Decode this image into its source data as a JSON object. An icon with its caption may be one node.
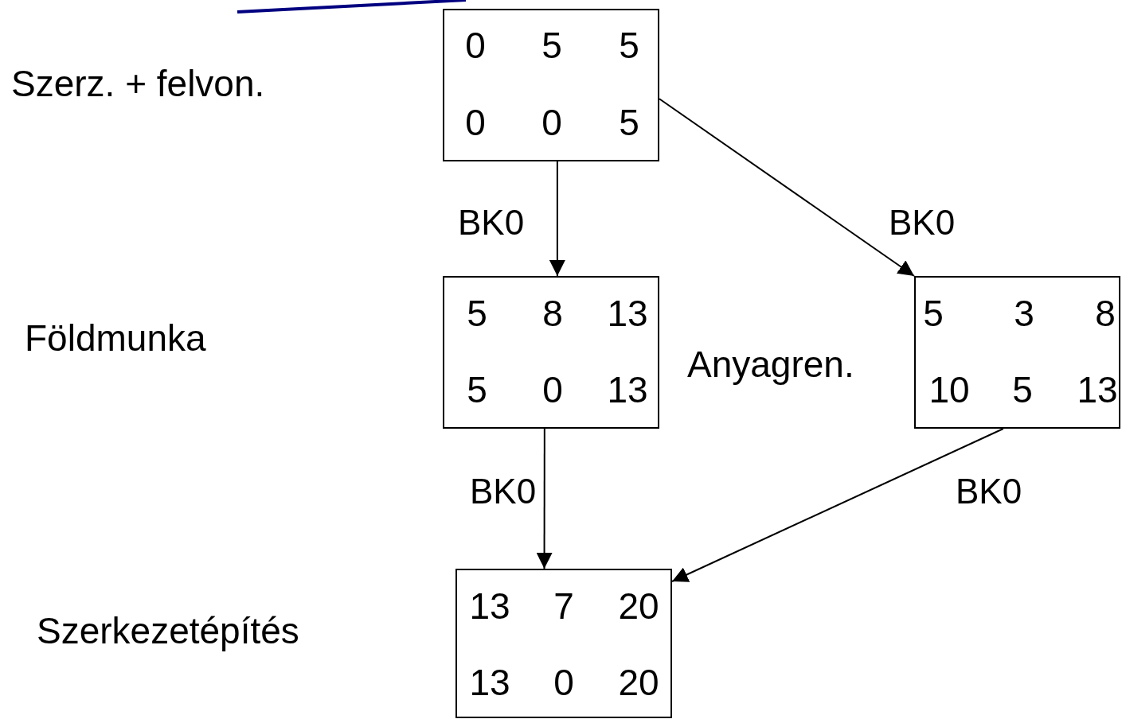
{
  "diagram": {
    "nodes": [
      {
        "text": [
          "0",
          "5",
          "5",
          "0",
          "0",
          "5"
        ]
      },
      {
        "text": [
          "5",
          "8",
          "13",
          "5",
          "0",
          "13"
        ]
      },
      {
        "text": [
          "5",
          "3",
          "8",
          "10",
          "5",
          "13"
        ]
      },
      {
        "text": [
          "13",
          "7",
          "20",
          "13",
          "0",
          "20"
        ]
      }
    ],
    "labels": [
      "Szerz. + felvon.",
      "Földmunka",
      "Anyagren.",
      "Szerkezetépítés"
    ],
    "edges": [
      {
        "from": 0,
        "to": 1,
        "arrow": "to",
        "label": "BK0"
      },
      {
        "from": 0,
        "to": 2,
        "arrow": "to",
        "label": "BK0"
      },
      {
        "from": 1,
        "to": 3,
        "arrow": "to",
        "label": "BK0"
      },
      {
        "from": 2,
        "to": 3,
        "arrow": "to",
        "label": "BK0"
      }
    ]
  }
}
